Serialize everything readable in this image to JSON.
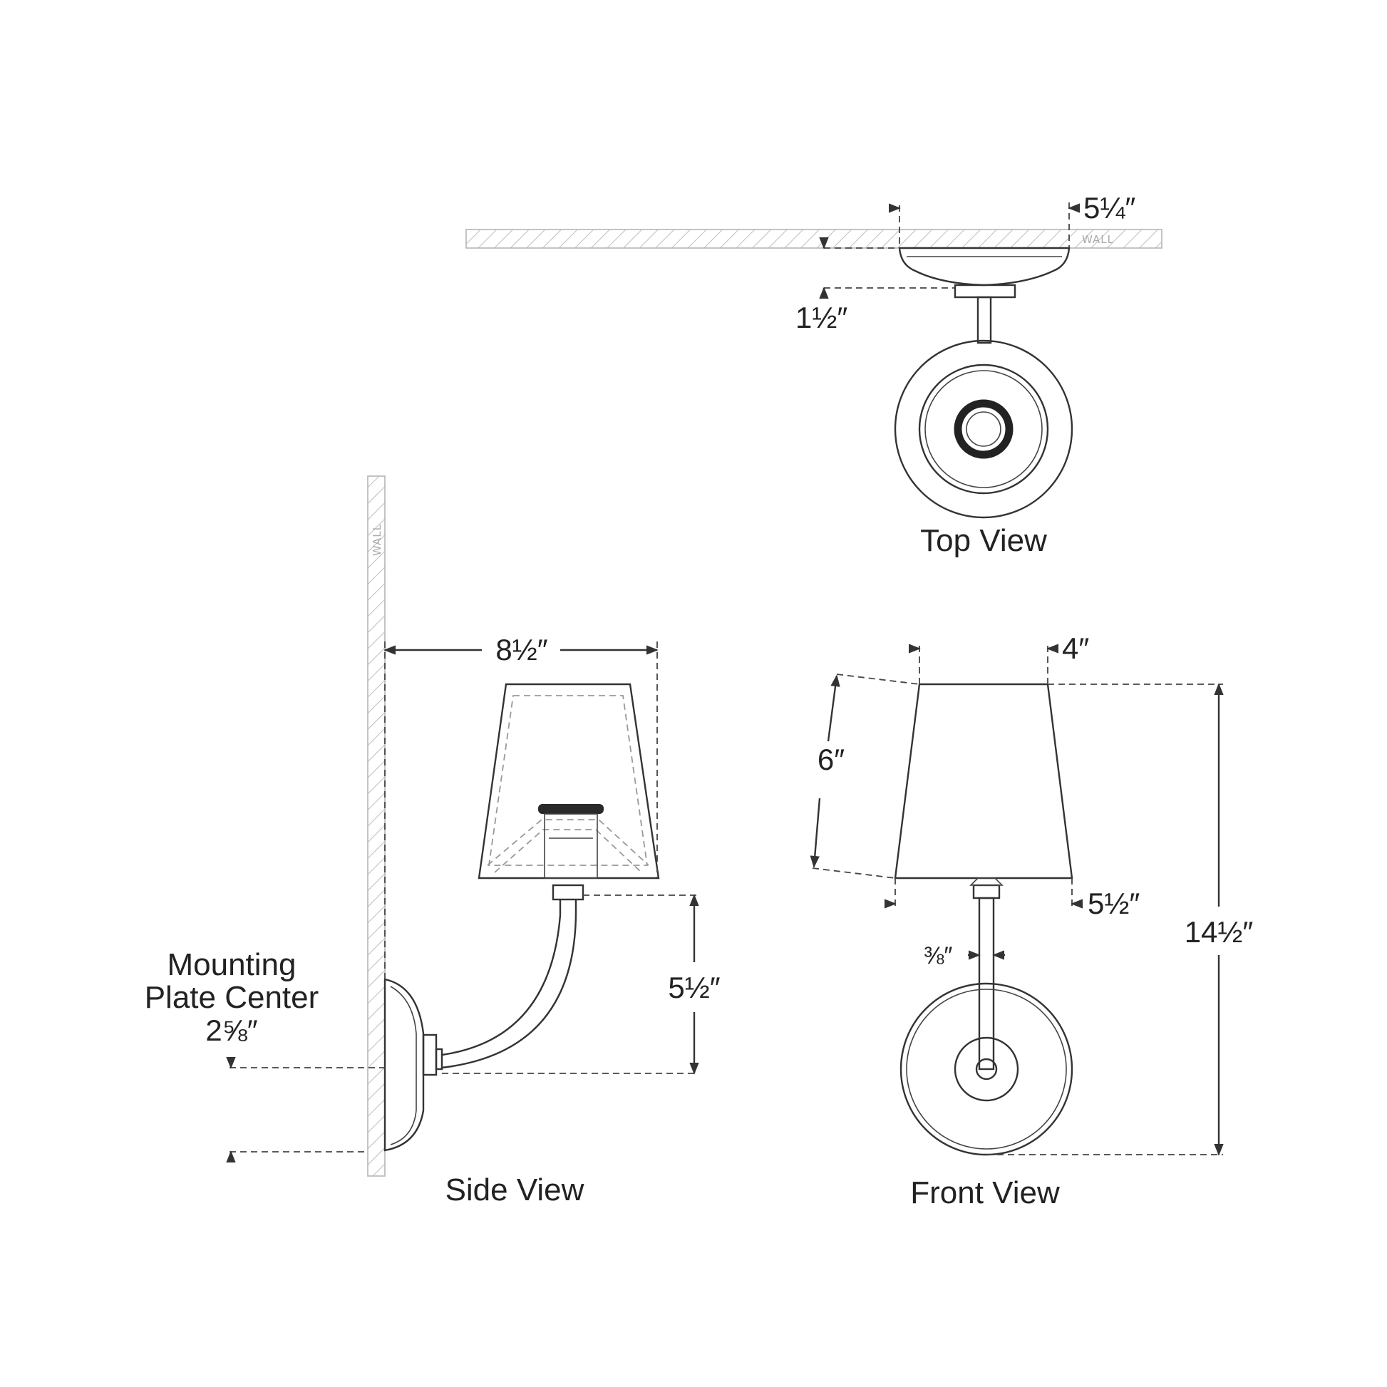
{
  "views": {
    "top": "Top View",
    "side": "Side View",
    "front": "Front View"
  },
  "wall_tag": "WALL",
  "dimensions": {
    "top_width": "5¼″",
    "top_depth": "1½″",
    "side_extension": "8½″",
    "side_arm_height": "5½″",
    "mount_line1": "Mounting",
    "mount_line2": "Plate Center",
    "mount_value": "2⅝″",
    "front_shade_top": "4″",
    "front_shade_height": "6″",
    "front_shade_bottom": "5½″",
    "front_arm_diameter": "⅜″",
    "front_overall_height": "14½″"
  },
  "colors": {
    "line": "#333333",
    "wall_hatch": "#b5b5b5",
    "background": "#ffffff"
  }
}
